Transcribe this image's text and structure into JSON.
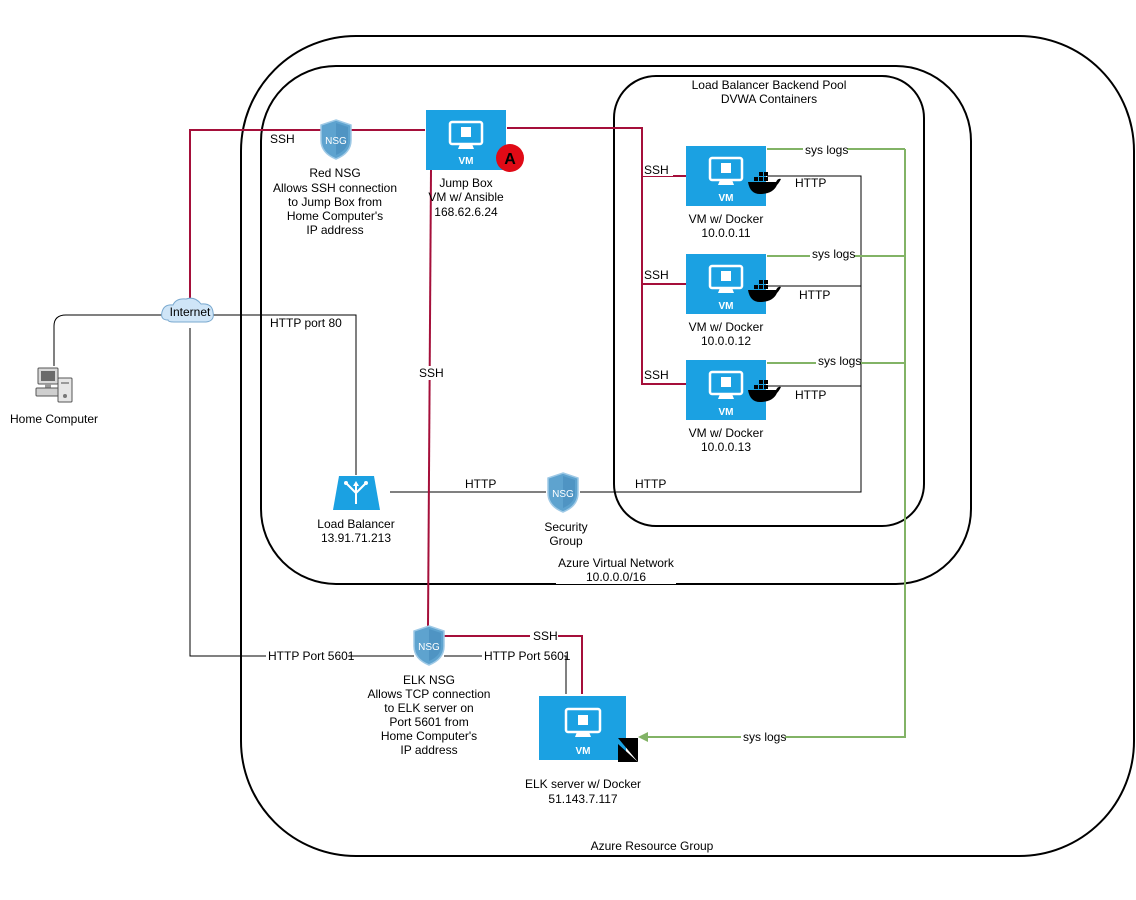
{
  "colors": {
    "ssh_line": "#a50f3a",
    "syslog_line": "#82b366",
    "http_line": "#000000",
    "azure_blue": "#1ba1e2",
    "nsg_blue": "#5ea3cf",
    "ansible_red": "#e00a16"
  },
  "containers": {
    "resource_group": "Azure Resource Group",
    "vnet_name": "Azure Virtual Network",
    "vnet_cidr": "10.0.0.0/16",
    "pool_title": "Load Balancer Backend Pool",
    "pool_subtitle": "DVWA Containers"
  },
  "nodes": {
    "home_computer": {
      "label": "Home Computer",
      "icon": "desktop-computer-icon"
    },
    "internet": {
      "label": "Internet",
      "icon": "cloud-icon"
    },
    "red_nsg": {
      "badge": "NSG",
      "lines": [
        "Red NSG",
        "Allows SSH connection",
        "to Jump Box from",
        "Home Computer's",
        "IP address"
      ]
    },
    "jump_box": {
      "badge": "VM",
      "lines": [
        "Jump Box",
        "VM w/ Ansible",
        "168.62.6.24"
      ],
      "ansible_glyph": "A"
    },
    "web1": {
      "badge": "VM",
      "lines": [
        "VM w/ Docker",
        "10.0.0.11"
      ]
    },
    "web2": {
      "badge": "VM",
      "lines": [
        "VM w/ Docker",
        "10.0.0.12"
      ]
    },
    "web3": {
      "badge": "VM",
      "lines": [
        "VM w/ Docker",
        "10.0.0.13"
      ]
    },
    "load_balancer": {
      "lines": [
        "Load Balancer",
        "13.91.71.213"
      ]
    },
    "security_group": {
      "badge": "NSG",
      "lines": [
        "Security",
        "Group"
      ]
    },
    "elk_nsg": {
      "badge": "NSG",
      "lines": [
        "ELK NSG",
        "Allows TCP connection",
        "to ELK server on",
        "Port 5601 from",
        "Home Computer's",
        "IP address"
      ]
    },
    "elk_server": {
      "badge": "VM",
      "lines": [
        "ELK server w/ Docker",
        "51.143.7.117"
      ]
    }
  },
  "edge_labels": {
    "ssh_internet_jump": "SSH",
    "ssh_web1": "SSH",
    "ssh_web2": "SSH",
    "ssh_web3": "SSH",
    "ssh_jump_elk": "SSH",
    "ssh_elk_nsg_server": "SSH",
    "http_port_80": "HTTP port 80",
    "http_lb_sg": "HTTP",
    "http_sg_pool": "HTTP",
    "http_web1": "HTTP",
    "http_web2": "HTTP",
    "http_web3": "HTTP",
    "http_port_5601_a": "HTTP Port 5601",
    "http_port_5601_b": "HTTP Port 5601",
    "syslogs_web1": "sys logs",
    "syslogs_web2": "sys logs",
    "syslogs_web3": "sys logs",
    "syslogs_elk": "sys logs"
  }
}
